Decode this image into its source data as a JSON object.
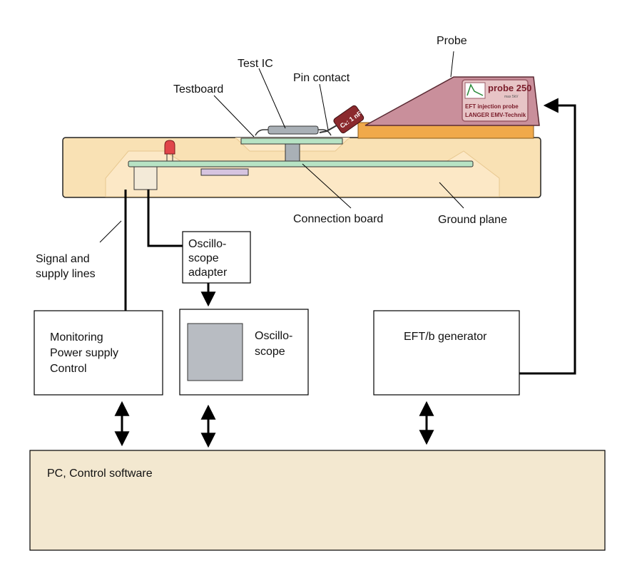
{
  "labels": {
    "probe": "Probe",
    "test_ic": "Test IC",
    "pin_contact": "Pin contact",
    "testboard": "Testboard",
    "connection_board": "Connection board",
    "ground_plane": "Ground plane",
    "signal_supply_line1": "Signal and",
    "signal_supply_line2": "supply lines"
  },
  "probe_label": {
    "model": "probe 250",
    "rating": "max 5kV",
    "line1": "EFT injection probe",
    "line2": "LANGER EMV-Technik",
    "capacitor": "Cₖ: 1 nF"
  },
  "boxes": {
    "oscilloscope_adapter": [
      "Oscillo-",
      "scope",
      "adapter"
    ],
    "monitoring": [
      "Monitoring",
      "Power supply",
      "Control"
    ],
    "oscilloscope": [
      "Oscillo-",
      "scope"
    ],
    "eft_generator": "EFT/b generator",
    "pc": "PC, Control software"
  },
  "colors": {
    "ground_plane_fill": "#f9e1b4",
    "ground_inner": "#fce8c6",
    "board_green": "#b7e3c4",
    "probe_pink": "#c98f9b",
    "probe_base": "#f0a94a",
    "pc_fill": "#f3e8d0",
    "scope_screen": "#b8bcc2",
    "led_red": "#e0454a",
    "capacitor": "#8b2a2e"
  }
}
